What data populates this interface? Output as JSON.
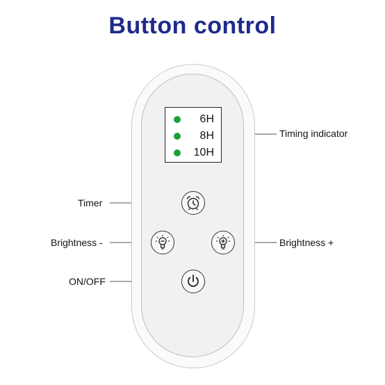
{
  "title": "Button control",
  "timing": {
    "items": [
      {
        "label": "6H",
        "led_color": "#1aa03a"
      },
      {
        "label": "8H",
        "led_color": "#1aa03a"
      },
      {
        "label": "10H",
        "led_color": "#1aa03a"
      }
    ]
  },
  "callouts": {
    "timing_indicator": "Timing indicator",
    "timer": "Timer",
    "brightness_minus": "Brightness -",
    "brightness_plus": "Brightness +",
    "on_off": "ON/OFF"
  },
  "icons": {
    "timer": "alarm-clock-icon",
    "brightness_minus": "bulb-minus-icon",
    "brightness_plus": "bulb-plus-icon",
    "on_off": "power-icon"
  },
  "colors": {
    "title": "#1e2a8c",
    "led": "#1aa03a"
  }
}
